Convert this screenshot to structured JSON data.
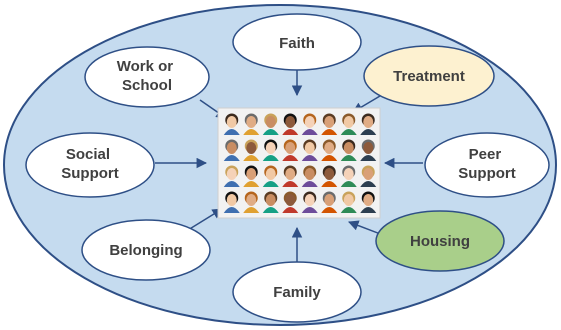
{
  "title": "",
  "center": {
    "label": "",
    "icon": "people-grid-image"
  },
  "nodes": [
    {
      "id": "faith",
      "lines": [
        "Faith"
      ],
      "fill": "#ffffff"
    },
    {
      "id": "work-or-school",
      "lines": [
        "Work or",
        "School"
      ],
      "fill": "#ffffff"
    },
    {
      "id": "treatment",
      "lines": [
        "Treatment"
      ],
      "fill": "#fdf1d0"
    },
    {
      "id": "social-support",
      "lines": [
        "Social",
        "Support"
      ],
      "fill": "#ffffff"
    },
    {
      "id": "peer-support",
      "lines": [
        "Peer",
        "Support"
      ],
      "fill": "#ffffff"
    },
    {
      "id": "belonging",
      "lines": [
        "Belonging"
      ],
      "fill": "#ffffff"
    },
    {
      "id": "housing",
      "lines": [
        "Housing"
      ],
      "fill": "#a9cf8a"
    },
    {
      "id": "family",
      "lines": [
        "Family"
      ],
      "fill": "#ffffff"
    }
  ],
  "colors": {
    "outer_fill": "#c5dbef",
    "outer_stroke": "#2e4f86",
    "node_stroke": "#2e4f86",
    "arrow": "#2e4f86",
    "text": "#404040"
  }
}
